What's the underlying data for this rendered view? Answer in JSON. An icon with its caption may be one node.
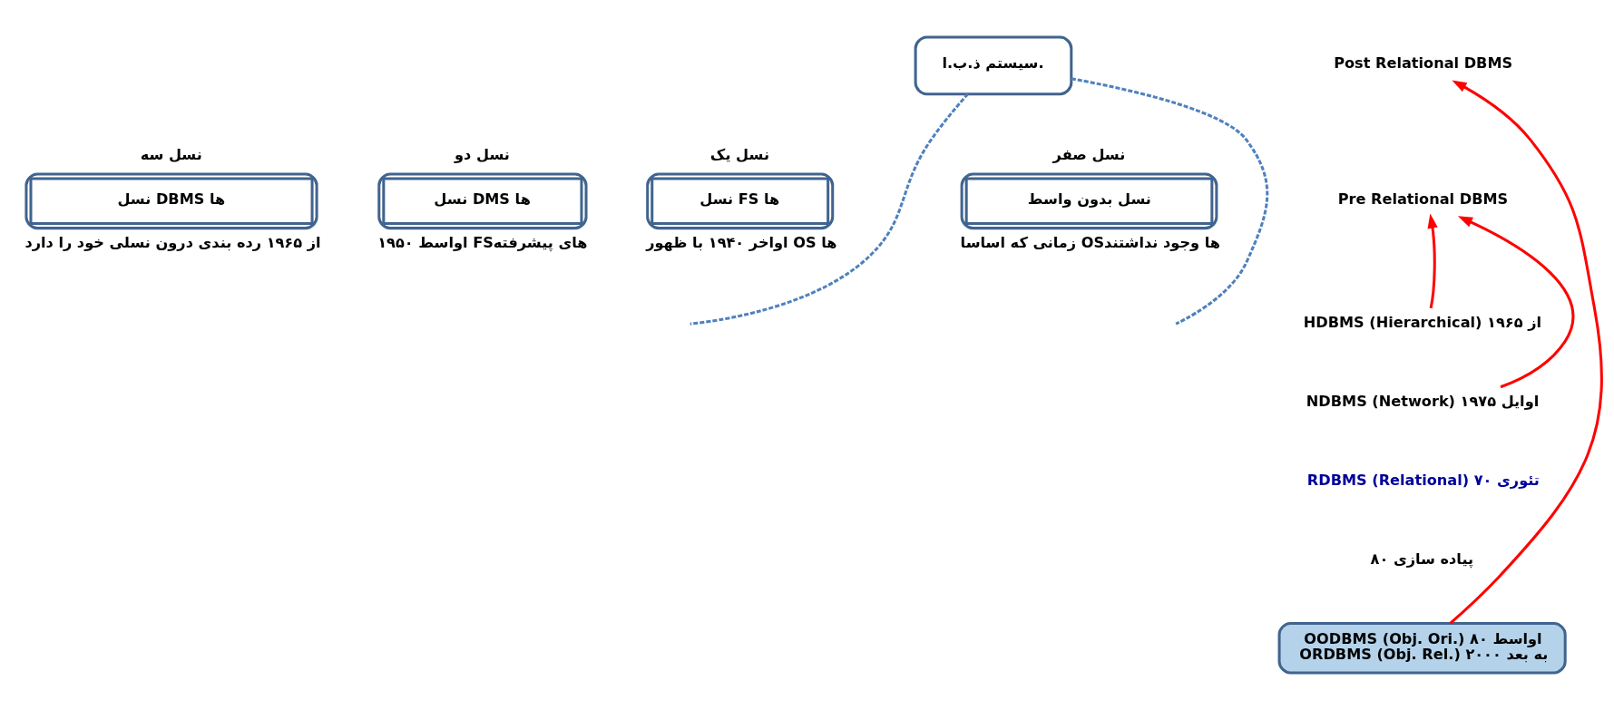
{
  "diagram": {
    "nodes": [
      {
        "text": [
          "سیستم ذ.ب.ا."
        ]
      },
      {
        "text": [
          "نسل صفر",
          "نسل بدون واسط"
        ],
        "beside": [
          "زمانی که اساسا OSها وجود نداشتند"
        ]
      },
      {
        "text": [
          "نسل یک",
          "نسل FS ها"
        ],
        "beside": [
          "اواخر ۱۹۴۰ با ظهور OS ها"
        ]
      },
      {
        "text": [
          "نسل دو",
          "نسل DMS ها"
        ],
        "beside": [
          "اواسط ۱۹۵۰ FSهای پیشرفته"
        ]
      },
      {
        "text": [
          "نسل سه",
          "نسل DBMS ها"
        ],
        "beside": [
          "از ۱۹۶۵ رده بندی درون نسلی خود را دارد"
        ]
      },
      {
        "text": [
          "Pre Relational DBMS"
        ]
      },
      {
        "text": [
          "Post Relational DBMS"
        ]
      },
      {
        "text": [
          "HDBMS (Hierarchical) از ۱۹۶۵"
        ]
      },
      {
        "text": [
          "NDBMS (Network) اوایل ۱۹۷۵"
        ]
      },
      {
        "text": [
          "RDBMS (Relational) تئوری ۷۰"
        ]
      },
      {
        "text": [
          "OODBMS (Obj. Ori.) اواسط ۸۰",
          "ORDBMS (Obj. Rel.) ۲۰۰۰ به بعد"
        ]
      }
    ],
    "edges": [
      {
        "from": 7,
        "to": 5,
        "arrow": "to"
      },
      {
        "from": 8,
        "to": 5,
        "arrow": "to"
      },
      {
        "from": 10,
        "to": 6,
        "arrow": "to"
      },
      {
        "from": 0,
        "to": null,
        "arrow": "none",
        "style": "dashed",
        "color": "#4f81bd"
      },
      {
        "from": 0,
        "to": null,
        "arrow": "none",
        "style": "dashed",
        "color": "#4f81bd"
      }
    ],
    "labels": [
      "پیاده سازی ۸۰"
    ]
  }
}
